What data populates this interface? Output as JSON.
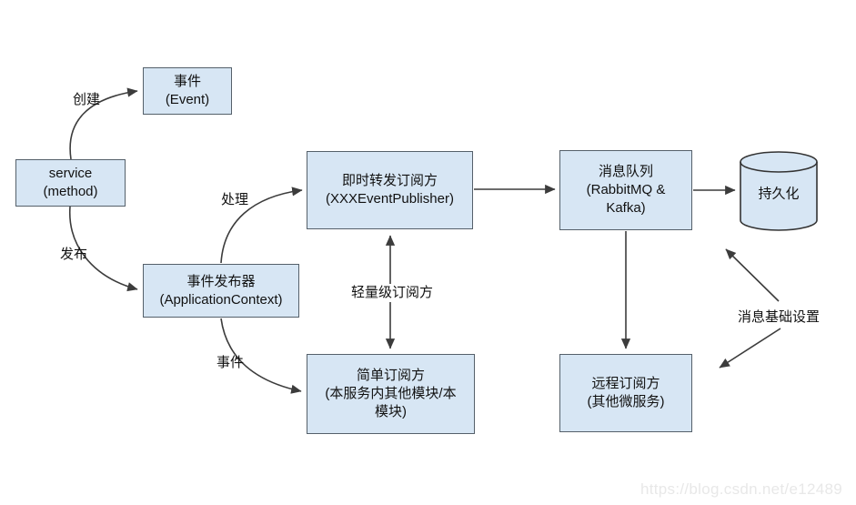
{
  "colors": {
    "node_fill": "#d7e6f4",
    "node_border": "#55606a",
    "cylinder_border": "#333333",
    "line": "#3c3c3c",
    "text": "#111111",
    "watermark": "#e8e8e8"
  },
  "nodes": {
    "event": {
      "title": "事件",
      "subtitle": "(Event)"
    },
    "service": {
      "title": "service",
      "subtitle": "(method)"
    },
    "publisher": {
      "title": "事件发布器",
      "subtitle": "(ApplicationContext)"
    },
    "instant_subscriber": {
      "title": "即时转发订阅方",
      "subtitle": "(XXXEventPublisher)"
    },
    "message_queue": {
      "title": "消息队列",
      "subtitle": "(RabbitMQ &\nKafka)"
    },
    "persistence": {
      "title": "持久化"
    },
    "simple_subscriber": {
      "title": "简单订阅方",
      "subtitle": "(本服务内其他模块/本\n模块)"
    },
    "remote_subscriber": {
      "title": "远程订阅方",
      "subtitle": "(其他微服务)"
    }
  },
  "edge_labels": {
    "create": "创建",
    "publish": "发布",
    "handle": "处理",
    "event": "事件",
    "lightweight_subscriber": "轻量级订阅方",
    "message_infrastructure": "消息基础设置"
  },
  "watermark": "https://blog.csdn.net/e12489"
}
